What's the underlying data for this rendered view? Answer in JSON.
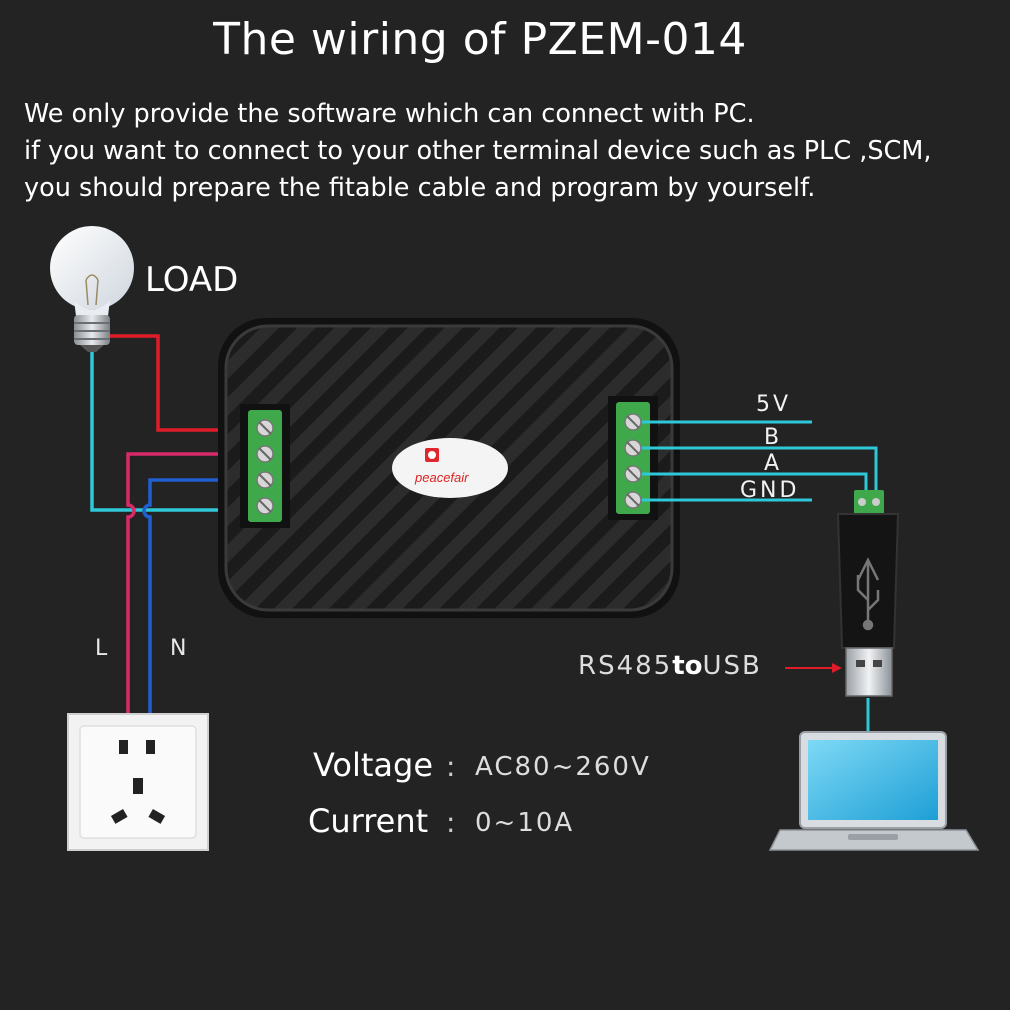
{
  "title": "The wiring  of PZEM-014",
  "intro": {
    "line1": "We only provide the software which can connect with PC.",
    "line2": "if you want to connect to your other terminal device such as PLC ,SCM,",
    "line3": "you should prepare the fitable cable and program by yourself."
  },
  "load_label": "LOAD",
  "brand": "peacefair",
  "pins": [
    "5V",
    "B",
    "A",
    "GND"
  ],
  "line_label": "L",
  "neutral_label": "N",
  "converter": {
    "prefix": "RS485",
    "joiner": "to",
    "suffix": "USB"
  },
  "specs": [
    {
      "name": "Voltage",
      "colon": ":",
      "value": "AC80~260V"
    },
    {
      "name": "Current",
      "colon": ":",
      "value": "0~10A"
    }
  ],
  "colors": {
    "background": "#232323",
    "live_wire": "#e01c2a",
    "neutral_wire": "#1f5fd0",
    "signal_wire": "#2ec8d8",
    "terminal_green": "#3ea84a",
    "device_body": "#1c1c1c"
  }
}
